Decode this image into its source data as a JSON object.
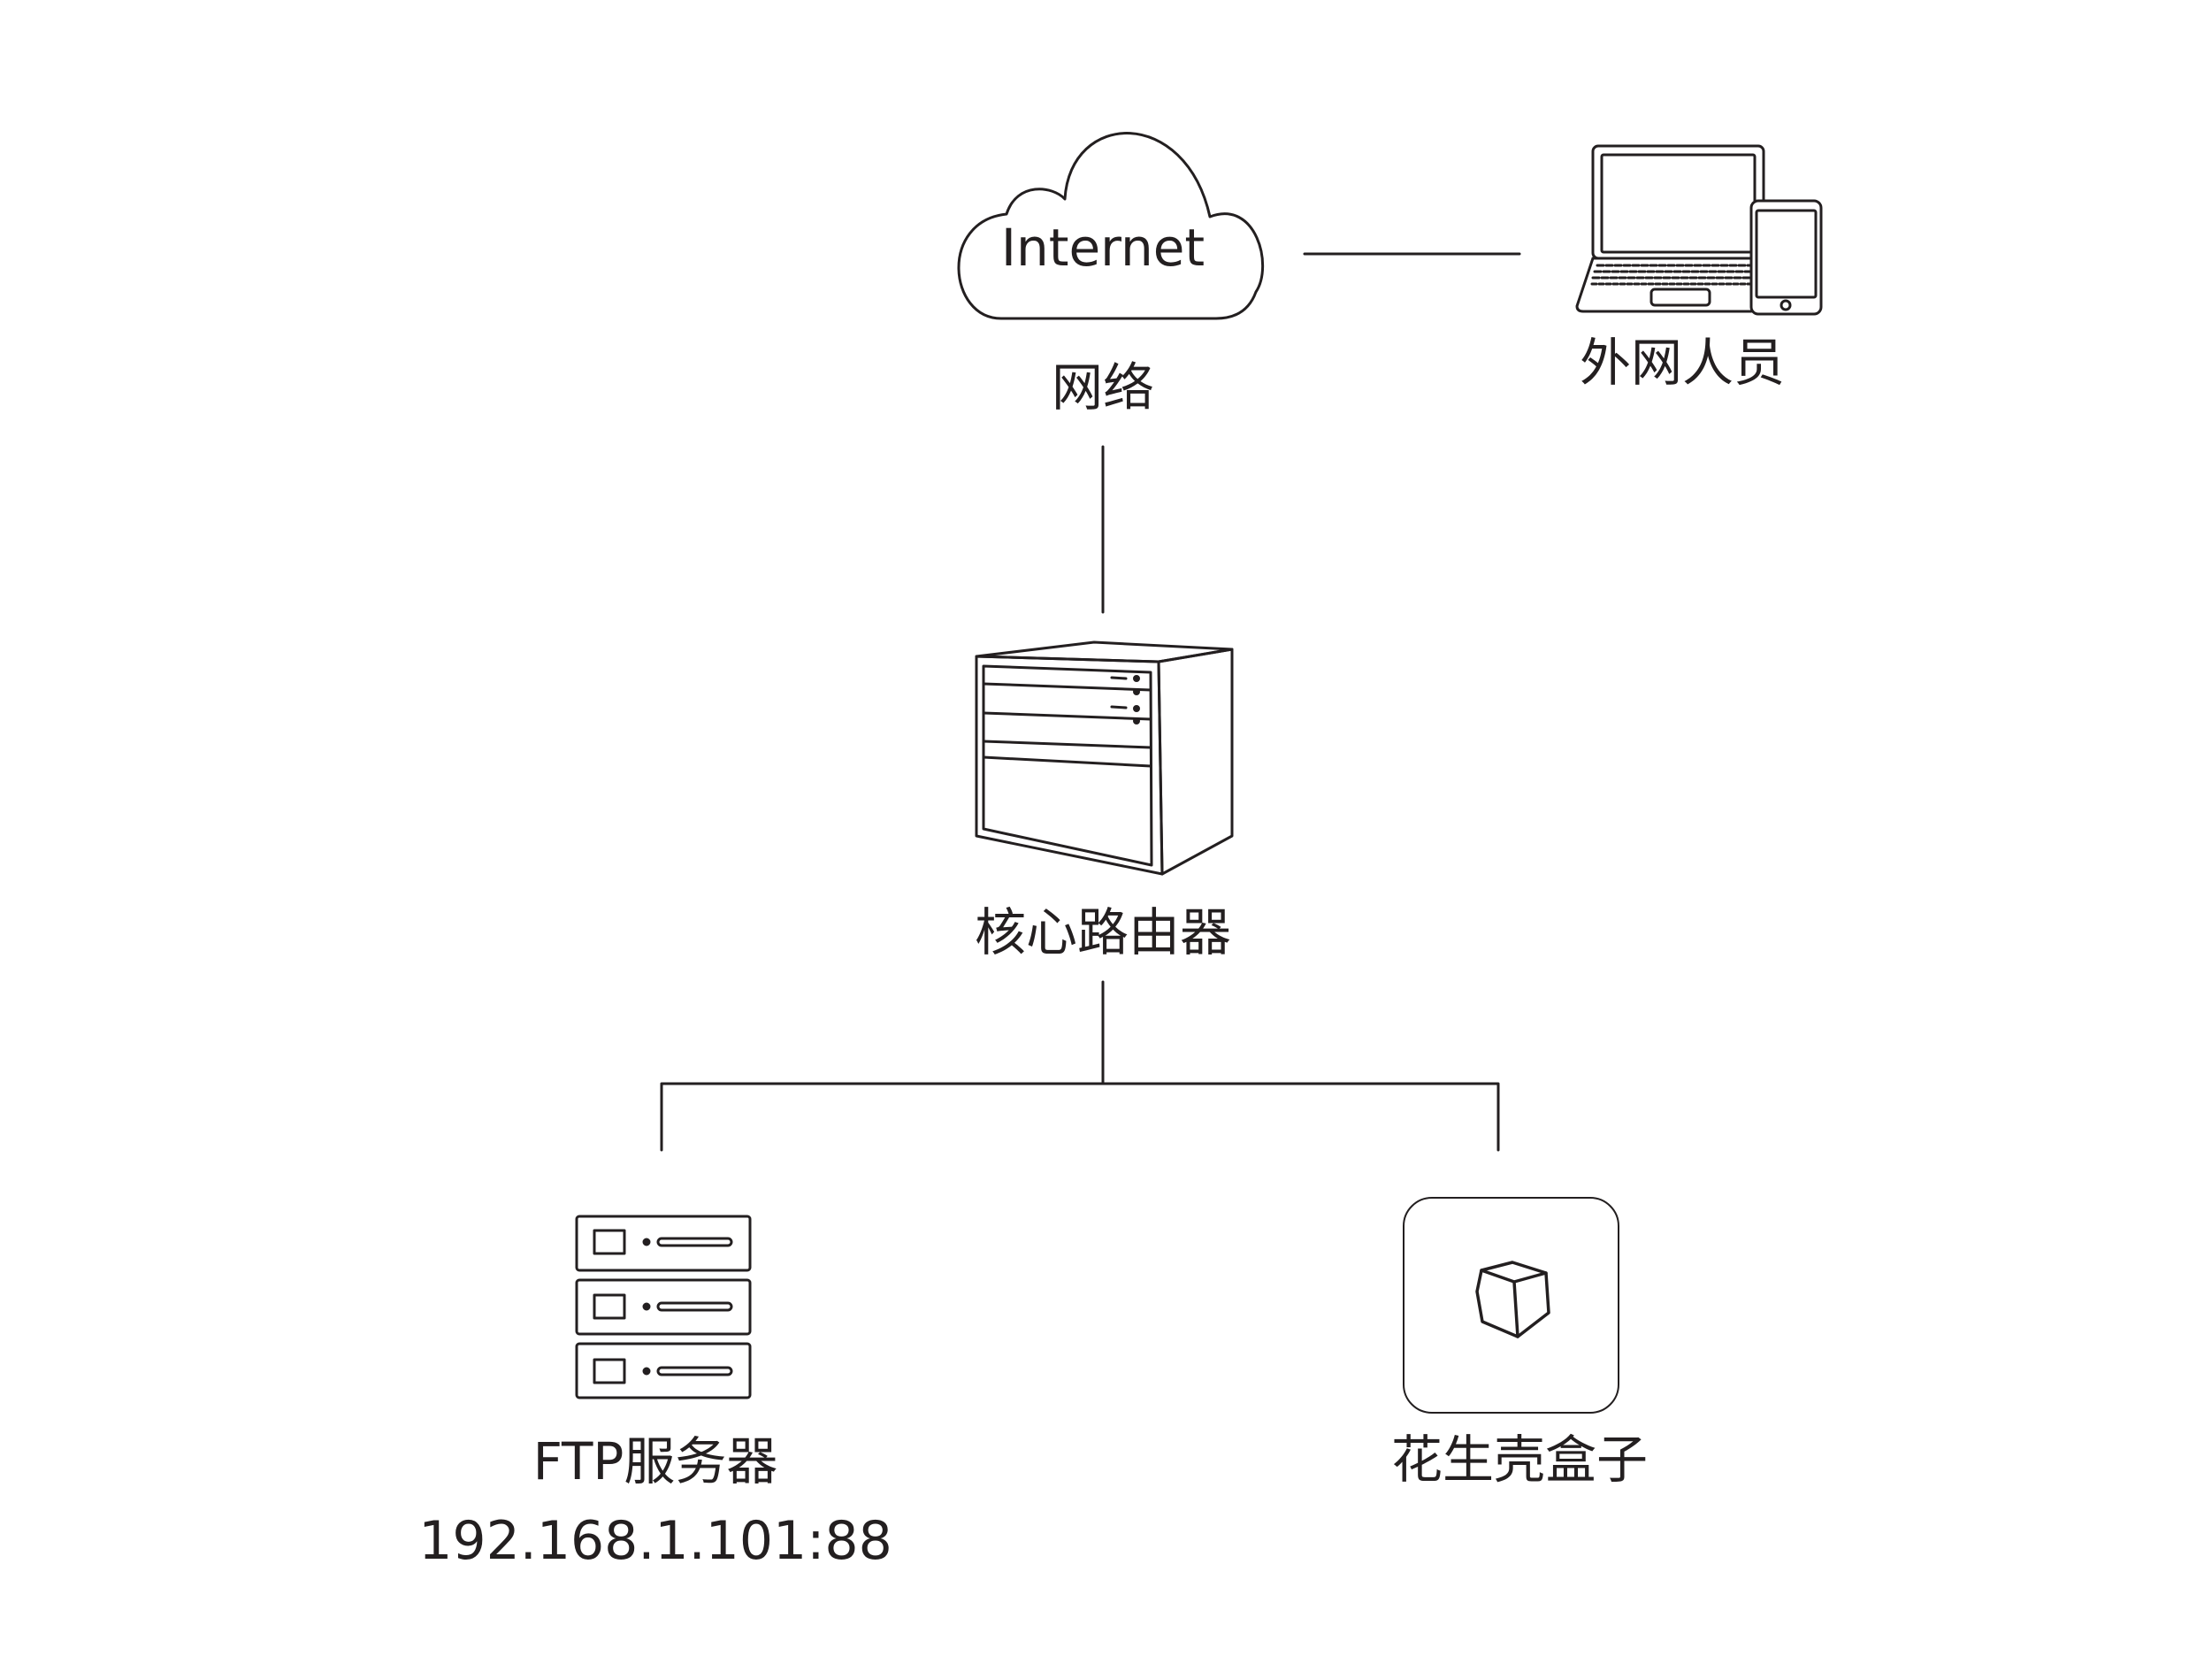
{
  "nodes": {
    "internet": {
      "cloud_text": "Internet",
      "label": "网络"
    },
    "external_users": {
      "label": "外网人员"
    },
    "core_router": {
      "label": "核心路由器"
    },
    "ftp_server": {
      "label": "FTP服务器",
      "address": "192.168.1.101:88"
    },
    "peanut_box": {
      "label": "花生壳盒子"
    }
  },
  "colors": {
    "stroke": "#231f20",
    "background": "#ffffff"
  }
}
